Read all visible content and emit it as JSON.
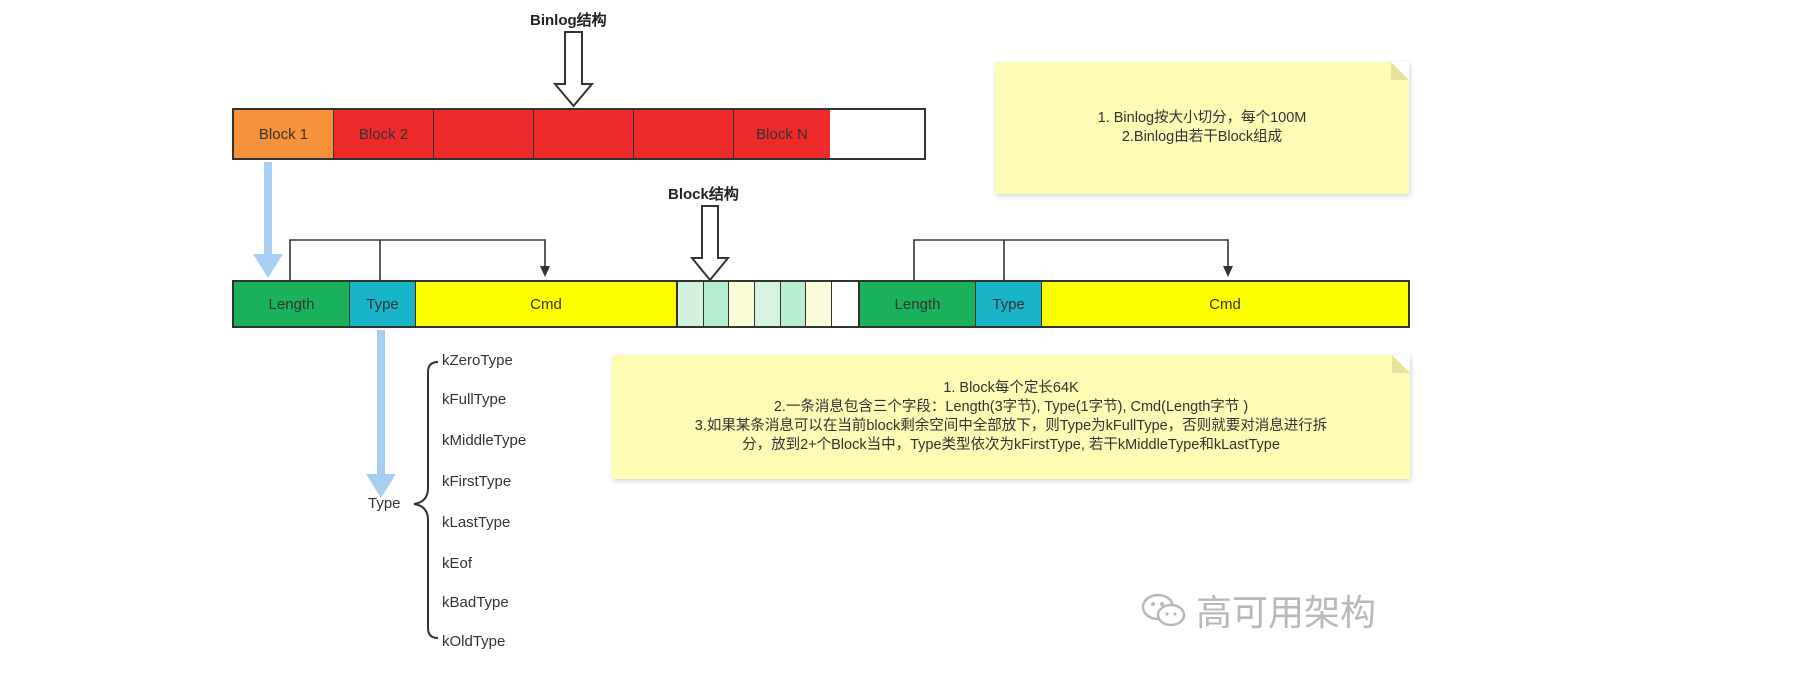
{
  "binlog": {
    "title": "Binlog结构",
    "blocks": [
      {
        "label": "Block 1",
        "color": "#f7923a"
      },
      {
        "label": "Block 2",
        "color": "#ee2a2a"
      },
      {
        "label": "",
        "color": "#ee2a2a"
      },
      {
        "label": "",
        "color": "#ee2a2a"
      },
      {
        "label": "",
        "color": "#ee2a2a"
      },
      {
        "label": "Block N",
        "color": "#ee2a2a"
      }
    ]
  },
  "note1": {
    "lines": [
      "1. Binlog按大小切分，每个100M",
      "2.Binlog由若干Block组成"
    ]
  },
  "block": {
    "title": "Block结构",
    "left": [
      {
        "label": "Length",
        "color": "#19b15a"
      },
      {
        "label": "Type",
        "color": "#18b5c8"
      },
      {
        "label": "Cmd",
        "color": "#ffff00"
      }
    ],
    "middle_colors": [
      "#d3f3e0",
      "#b5ecd2",
      "#fbfbd6",
      "#d6f3e2",
      "#b9edd4",
      "#fbfbd9",
      "#ffffff"
    ],
    "right": [
      {
        "label": "Length",
        "color": "#19b15a"
      },
      {
        "label": "Type",
        "color": "#18b5c8"
      },
      {
        "label": "Cmd",
        "color": "#ffff00"
      }
    ]
  },
  "note2": {
    "lines": [
      "1. Block每个定长64K",
      "2.一条消息包含三个字段：Length(3字节), Type(1字节), Cmd(Length字节 )",
      "3.如果某条消息可以在当前block剩余空间中全部放下，则Type为kFullType，否则就要对消息进行拆",
      "分，放到2+个Block当中，Type类型依次为kFirstType, 若干kMiddleType和kLastType"
    ]
  },
  "type_tree": {
    "root": "Type",
    "items": [
      "kZeroType",
      "kFullType",
      "kMiddleType",
      "kFirstType",
      "kLastType",
      "kEof",
      "kBadType",
      "kOldType"
    ]
  },
  "watermark": "高可用架构",
  "colors": {
    "arrow_blue": "#a7cdf0",
    "note_bg": "#fdfbb4"
  }
}
